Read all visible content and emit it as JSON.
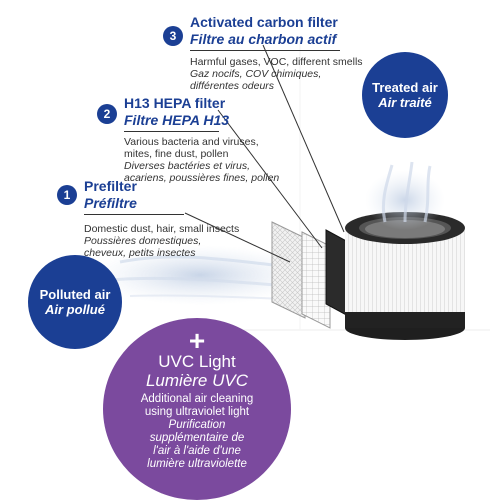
{
  "filters": {
    "carbon": {
      "number": "3",
      "title_en": "Activated carbon filter",
      "title_fr": "Filtre au charbon actif",
      "desc_en": "Harmful gases, VOC, different smells",
      "desc_fr_1": "Gaz nocifs, COV chimiques,",
      "desc_fr_2": "différentes odeurs"
    },
    "hepa": {
      "number": "2",
      "title_en": "H13 HEPA filter",
      "title_fr": "Filtre HEPA H13",
      "desc_en_1": "Various bacteria and viruses,",
      "desc_en_2": "mites, fine dust, pollen",
      "desc_fr_1": "Diverses bactéries et virus,",
      "desc_fr_2": "acariens, poussières fines, pollen"
    },
    "prefilter": {
      "number": "1",
      "title_en": "Prefilter",
      "title_fr": "Préfiltre",
      "desc_en": "Domestic dust, hair, small insects",
      "desc_fr_1": "Poussières domestiques,",
      "desc_fr_2": "cheveux, petits insectes"
    }
  },
  "bubbles": {
    "treated_en": "Treated air",
    "treated_fr": "Air traité",
    "polluted_en": "Polluted air",
    "polluted_fr": "Air pollué"
  },
  "uvc": {
    "plus": "+",
    "title_en": "UVC Light",
    "title_fr": "Lumière UVC",
    "desc_en_1": "Additional air cleaning",
    "desc_en_2": "using ultraviolet light",
    "desc_fr_1": "Purification",
    "desc_fr_2": "supplémentaire de",
    "desc_fr_3": "l'air à l'aide d'une",
    "desc_fr_4": "lumière ultraviolette"
  },
  "colors": {
    "navy": "#1b3f94",
    "purple": "#7b4a9e",
    "filter_frame": "#2a2a2a",
    "hepa_white": "#f4f4f4"
  }
}
